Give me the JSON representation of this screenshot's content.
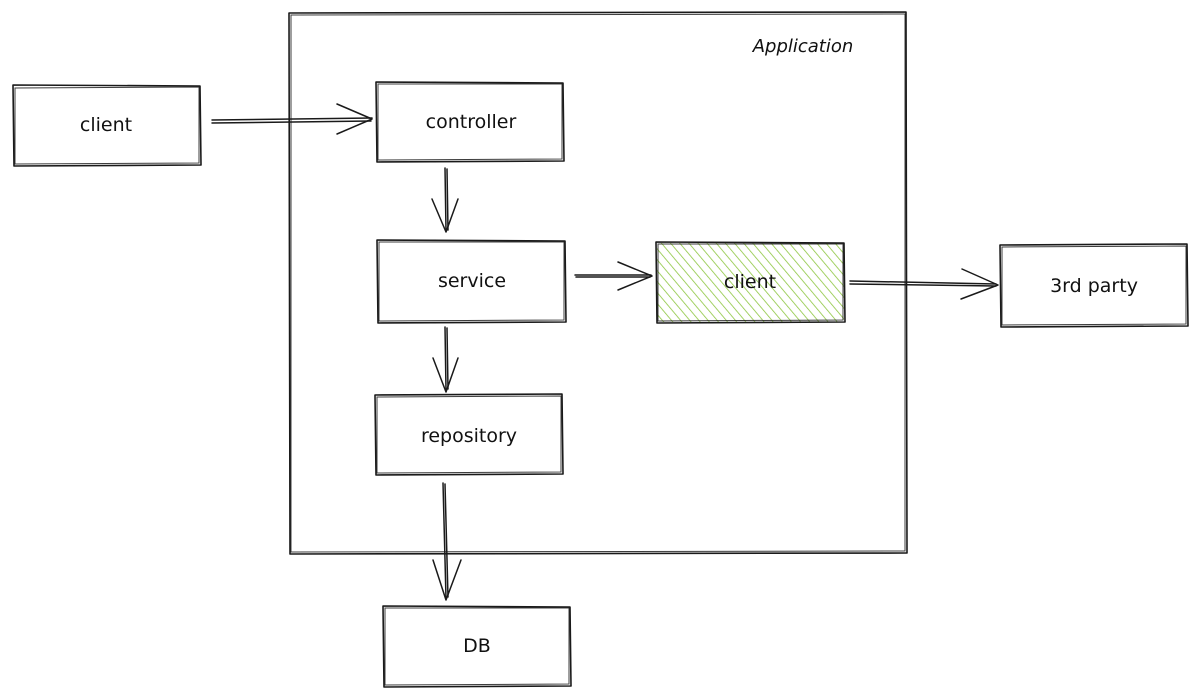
{
  "application": {
    "title": "Application"
  },
  "nodes": {
    "client_external": {
      "label": "client"
    },
    "controller": {
      "label": "controller"
    },
    "service": {
      "label": "service"
    },
    "client_internal": {
      "label": "client",
      "fill": "#8dc63f"
    },
    "third_party": {
      "label": "3rd party"
    },
    "repository": {
      "label": "repository"
    },
    "db": {
      "label": "DB"
    }
  },
  "edges": [
    {
      "from": "client_external",
      "to": "controller"
    },
    {
      "from": "controller",
      "to": "service"
    },
    {
      "from": "service",
      "to": "client_internal"
    },
    {
      "from": "client_internal",
      "to": "third_party"
    },
    {
      "from": "service",
      "to": "repository"
    },
    {
      "from": "repository",
      "to": "db"
    }
  ]
}
